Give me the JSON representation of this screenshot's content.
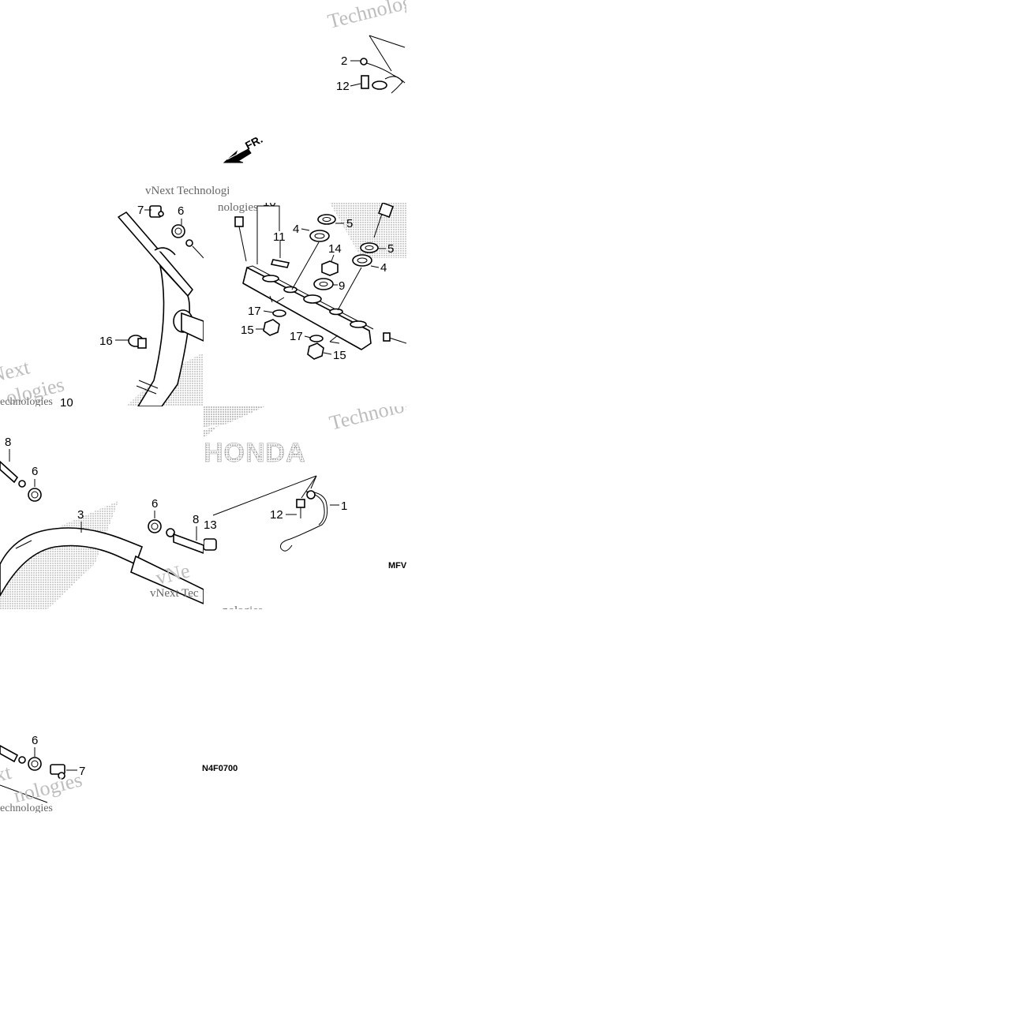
{
  "diagram": {
    "brand": "HONDA",
    "front_arrow": "FR.",
    "diagram_codes": [
      "MFV",
      "N4F0700"
    ],
    "watermarks": [
      "Technologies",
      "vNext Technologies",
      "vNext"
    ],
    "callouts": {
      "c1": "1",
      "c2": "2",
      "c3": "3",
      "c4": "4",
      "c5": "5",
      "c6": "6",
      "c7": "7",
      "c8": "8",
      "c9": "9",
      "c10": "10",
      "c11": "11",
      "c12": "12",
      "c13": "13",
      "c14": "14",
      "c15": "15",
      "c16": "16",
      "c17": "17"
    }
  }
}
